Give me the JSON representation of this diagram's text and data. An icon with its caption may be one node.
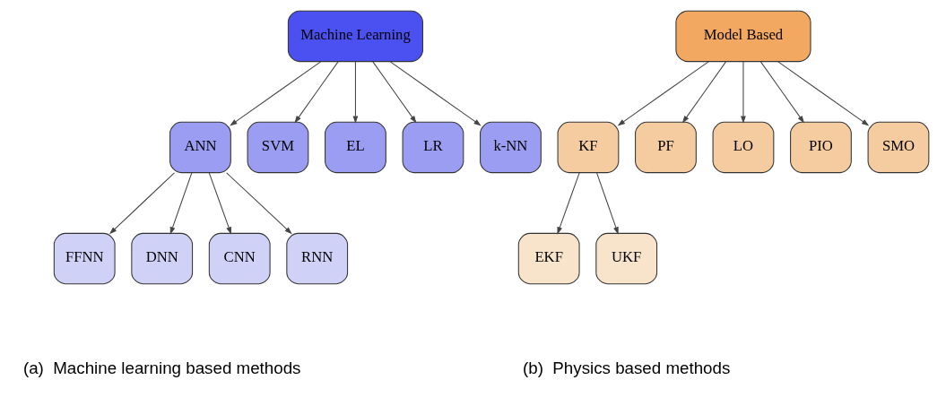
{
  "diagram": {
    "nodes": [
      {
        "text": [
          "Machine Learning"
        ]
      },
      {
        "text": [
          "ANN"
        ]
      },
      {
        "text": [
          "SVM"
        ]
      },
      {
        "text": [
          "EL"
        ]
      },
      {
        "text": [
          "LR"
        ]
      },
      {
        "text": [
          "k-NN"
        ]
      },
      {
        "text": [
          "FFNN"
        ]
      },
      {
        "text": [
          "DNN"
        ]
      },
      {
        "text": [
          "CNN"
        ]
      },
      {
        "text": [
          "RNN"
        ]
      },
      {
        "text": [
          "Model Based"
        ]
      },
      {
        "text": [
          "KF"
        ]
      },
      {
        "text": [
          "PF"
        ]
      },
      {
        "text": [
          "LO"
        ]
      },
      {
        "text": [
          "PIO"
        ]
      },
      {
        "text": [
          "SMO"
        ]
      },
      {
        "text": [
          "EKF"
        ]
      },
      {
        "text": [
          "UKF"
        ]
      }
    ],
    "edges": [
      {
        "from": 0,
        "to": 1,
        "arrow": "to"
      },
      {
        "from": 0,
        "to": 2,
        "arrow": "to"
      },
      {
        "from": 0,
        "to": 3,
        "arrow": "to"
      },
      {
        "from": 0,
        "to": 4,
        "arrow": "to"
      },
      {
        "from": 0,
        "to": 5,
        "arrow": "to"
      },
      {
        "from": 1,
        "to": 6,
        "arrow": "to"
      },
      {
        "from": 1,
        "to": 7,
        "arrow": "to"
      },
      {
        "from": 1,
        "to": 8,
        "arrow": "to"
      },
      {
        "from": 1,
        "to": 9,
        "arrow": "to"
      },
      {
        "from": 10,
        "to": 11,
        "arrow": "to"
      },
      {
        "from": 10,
        "to": 12,
        "arrow": "to"
      },
      {
        "from": 10,
        "to": 13,
        "arrow": "to"
      },
      {
        "from": 10,
        "to": 14,
        "arrow": "to"
      },
      {
        "from": 10,
        "to": 15,
        "arrow": "to"
      },
      {
        "from": 11,
        "to": 16,
        "arrow": "to"
      },
      {
        "from": 11,
        "to": 17,
        "arrow": "to"
      }
    ],
    "labels": [
      "(a)  Machine learning based methods",
      "(b)  Physics based methods"
    ]
  }
}
